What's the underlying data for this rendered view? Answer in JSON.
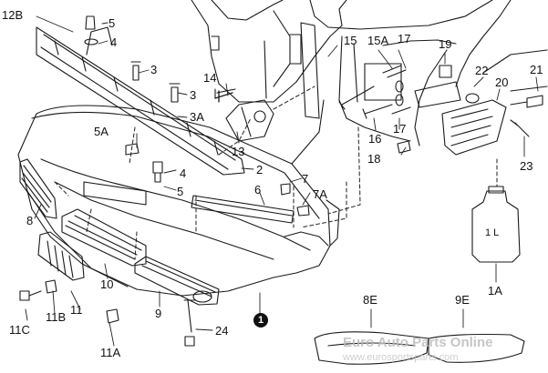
{
  "diagram": {
    "labels": {
      "l12B": "12B",
      "l5a": "5",
      "l4a": "4",
      "l3a": "3",
      "l3b": "3",
      "l3A": "3A",
      "l14": "14",
      "l15": "15",
      "l15A": "15A",
      "l17a": "17",
      "l19": "19",
      "l21": "21",
      "l22": "22",
      "l20": "20",
      "l16": "16",
      "l17b": "17",
      "l18": "18",
      "l23": "23",
      "l13": "13",
      "l2": "2",
      "l5A": "5A",
      "l4b": "4",
      "l5b": "5",
      "l7": "7",
      "l7A": "7A",
      "l6": "6",
      "l8": "8",
      "l10": "10",
      "l11C": "11C",
      "l11B": "11B",
      "l11": "11",
      "l11A": "11A",
      "l9": "9",
      "l24": "24",
      "l8E": "8E",
      "l9E": "9E",
      "l1A": "1A",
      "bottle_text": "1 L"
    },
    "callout_number": "1",
    "watermark": {
      "line1": "Euro Auto Parts Online",
      "line2": "www.eurosportsparts.com"
    },
    "line_color": "#1a1a1a",
    "background": "#ffffff"
  }
}
